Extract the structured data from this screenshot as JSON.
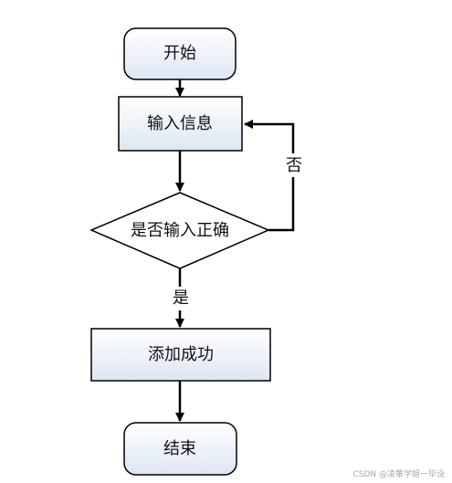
{
  "flowchart": {
    "nodes": {
      "start": "开始",
      "input": "输入信息",
      "decision": "是否输入正确",
      "success": "添加成功",
      "end": "结束"
    },
    "edges": {
      "no_label": "否",
      "yes_label": "是"
    }
  },
  "colors": {
    "fill_gradient_top": "#ffffff",
    "fill_gradient_bottom": "#dde6f3",
    "stroke": "#000000"
  },
  "watermark": "CSDN @凌華学姐一毕设"
}
